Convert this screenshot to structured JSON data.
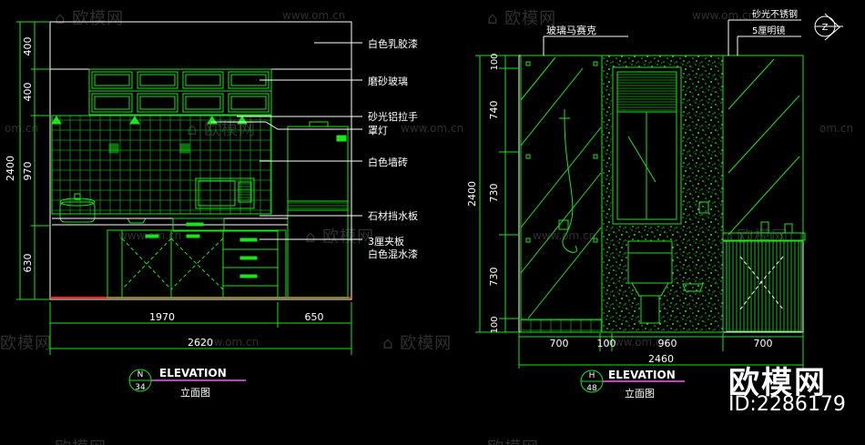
{
  "watermark": {
    "brand_cn": "欧模网",
    "url": "www.om.cn",
    "url_short": "om.cn",
    "id_label": "ID:2286179"
  },
  "left_elevation": {
    "callouts": {
      "white_latex_paint": "白色乳胶漆",
      "frosted_glass": "磨砂玻璃",
      "sand_aluminum_handle": "砂光铝拉手",
      "spotlight": "罩灯",
      "white_wall_tile": "白色墙砖",
      "stone_splashboard": "石材挡水板",
      "three_ply_board": "3厘夹板",
      "white_mixed_paint": "白色混水漆"
    },
    "vertical_dims": {
      "total": "2400",
      "d1": "400",
      "d2": "400",
      "d3": "970",
      "d4": "630"
    },
    "horizontal_dims": {
      "d1": "1970",
      "d2": "650",
      "total": "2620"
    },
    "title": {
      "letter": "N",
      "number": "34",
      "label": "ELEVATION",
      "sublabel": "立面图"
    }
  },
  "right_elevation": {
    "callouts": {
      "glass_mosaic": "玻璃马赛克",
      "sand_stainless": "砂光不锈钢",
      "five_mm_mirror": "5厘明镜"
    },
    "north_symbol": "Z",
    "vertical_dims": {
      "total": "2400",
      "d1": "100",
      "d2": "740",
      "d3": "730",
      "d4": "730",
      "d5": "100"
    },
    "horizontal_dims": {
      "d1": "700",
      "d2": "100",
      "d3": "960",
      "d4": "700",
      "total": "2460"
    },
    "title": {
      "letter": "H",
      "number": "48",
      "label": "ELEVATION",
      "sublabel": "立面图"
    }
  },
  "colors": {
    "line": "#19e619",
    "white": "#ffffff",
    "red": "#ff2020",
    "magenta": "#c040c0",
    "yellow": "#e8e800"
  }
}
